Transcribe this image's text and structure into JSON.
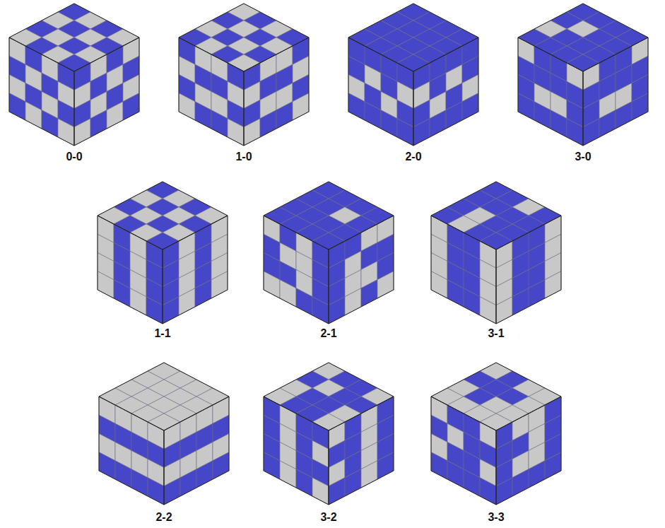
{
  "diagram": {
    "labels": [
      "0-0",
      "1-0",
      "2-0",
      "3-0",
      "1-1",
      "2-1",
      "3-1",
      "2-2",
      "3-2",
      "3-3"
    ]
  }
}
